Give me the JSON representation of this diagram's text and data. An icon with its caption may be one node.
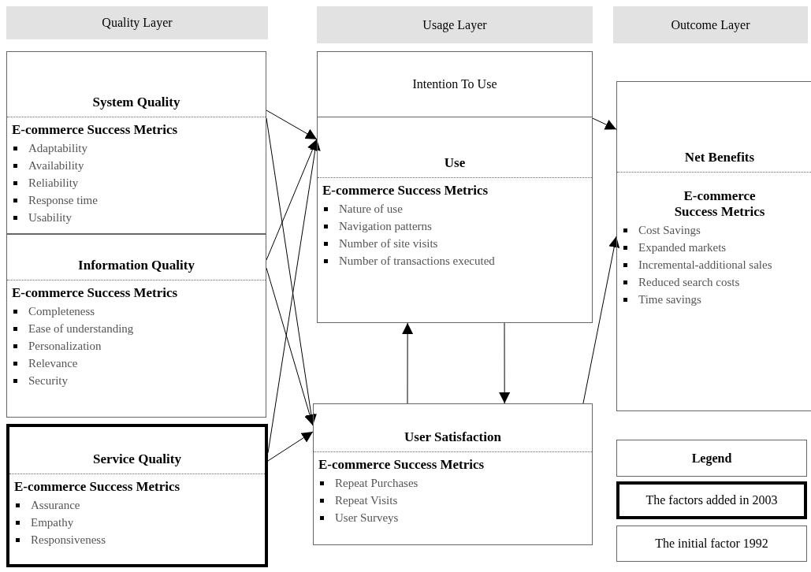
{
  "diagram": {
    "nodes": [
      {
        "text": [
          "Quality Layer"
        ]
      },
      {
        "text": [
          "Usage Layer"
        ]
      },
      {
        "text": [
          "Outcome Layer"
        ]
      },
      {
        "text": [
          "System Quality",
          "E-commerce Success Metrics",
          "Adaptability",
          "Availability",
          "Reliability",
          "Response time",
          "Usability"
        ]
      },
      {
        "text": [
          "Information Quality",
          "E-commerce Success Metrics",
          "Completeness",
          "Ease of understanding",
          "Personalization",
          "Relevance",
          "Security"
        ]
      },
      {
        "text": [
          "Service Quality",
          "E-commerce Success Metrics",
          "Assurance",
          "Empathy",
          "Responsiveness"
        ]
      },
      {
        "text": [
          "Intention To Use"
        ]
      },
      {
        "text": [
          "Use",
          "E-commerce Success Metrics",
          "Nature of use",
          "Navigation patterns",
          "Number of site visits",
          "Number of transactions executed"
        ]
      },
      {
        "text": [
          "Net Benefits",
          "E-commerce Success Metrics",
          "Cost Savings",
          "Expanded markets",
          "Incremental-additional sales",
          "Reduced search costs",
          "Time savings"
        ]
      },
      {
        "text": [
          "User Satisfaction",
          "E-commerce Success Metrics",
          "Repeat Purchases",
          "Repeat Visits",
          "User Surveys"
        ]
      },
      {
        "text": [
          "Legend"
        ]
      },
      {
        "text": [
          "The factors added in 2003"
        ]
      },
      {
        "text": [
          "The initial factor 1992"
        ]
      }
    ],
    "edges": [
      {
        "from": 3,
        "to": 7,
        "arrow": "to"
      },
      {
        "from": 3,
        "to": 9,
        "arrow": "to"
      },
      {
        "from": 4,
        "to": 7,
        "arrow": "to"
      },
      {
        "from": 4,
        "to": 9,
        "arrow": "to"
      },
      {
        "from": 5,
        "to": 7,
        "arrow": "to"
      },
      {
        "from": 5,
        "to": 9,
        "arrow": "to"
      },
      {
        "from": 7,
        "to": 8,
        "arrow": "to"
      },
      {
        "from": 9,
        "to": 8,
        "arrow": "to"
      },
      {
        "from": 7,
        "to": 9,
        "arrow": "to"
      },
      {
        "from": 9,
        "to": 7,
        "arrow": "to"
      }
    ]
  }
}
